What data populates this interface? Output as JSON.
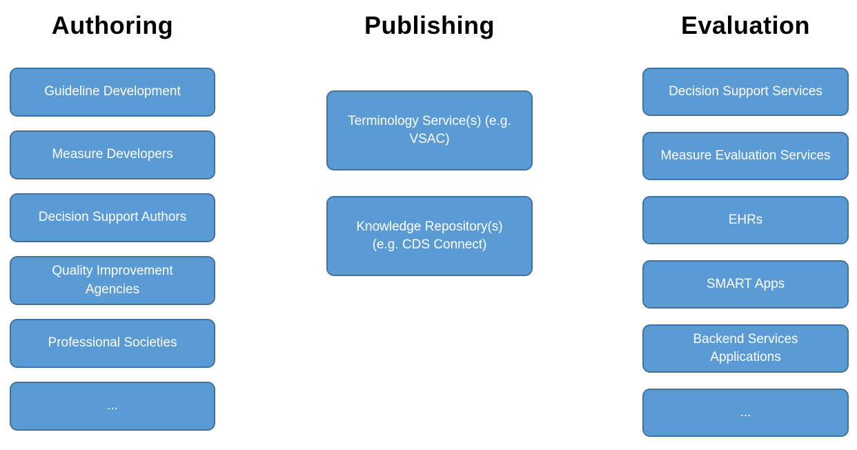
{
  "diagram": {
    "background_color": "#FFFFFF",
    "box_style": {
      "fill_color": "#5B9BD5",
      "border_color": "#41719C",
      "text_color": "#FFFFFF",
      "title_color": "#000000"
    },
    "columns": [
      {
        "title": "Authoring",
        "items": [
          {
            "label": "Guideline Development"
          },
          {
            "label": "Measure Developers"
          },
          {
            "label": "Decision Support Authors"
          },
          {
            "label": "Quality Improvement\nAgencies"
          },
          {
            "label": "Professional Societies"
          },
          {
            "label": "..."
          }
        ]
      },
      {
        "title": "Publishing",
        "items": [
          {
            "label": "Terminology Service(s) (e.g.\nVSAC)"
          },
          {
            "label": "Knowledge Repository(s)\n(e.g. CDS Connect)"
          }
        ]
      },
      {
        "title": "Evaluation",
        "items": [
          {
            "label": "Decision Support Services"
          },
          {
            "label": "Measure Evaluation Services"
          },
          {
            "label": "EHRs"
          },
          {
            "label": "SMART Apps"
          },
          {
            "label": "Backend Services\nApplications"
          },
          {
            "label": "..."
          }
        ]
      }
    ]
  }
}
